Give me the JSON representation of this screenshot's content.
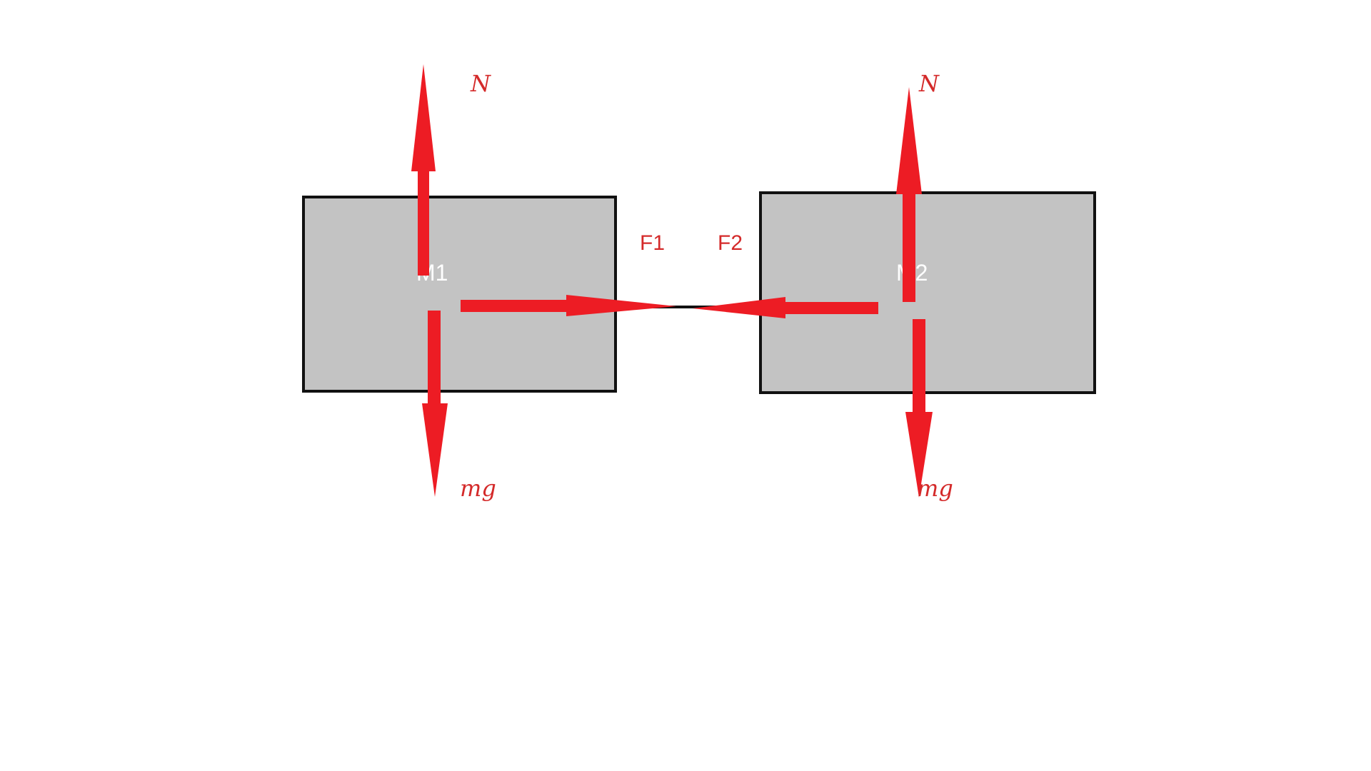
{
  "colors": {
    "background": "#ffffff",
    "block_fill": "#c3c3c3",
    "block_stroke": "#111111",
    "force_arrow": "#ed1c24",
    "rope": "#111111",
    "mass_label": "#ffffff",
    "force_label": "#d42a2a"
  },
  "blocks": [
    {
      "mass_label": "M1",
      "normal_label": "N",
      "weight_label": "mg",
      "tension_label": "F1"
    },
    {
      "mass_label": "M2",
      "normal_label": "N",
      "weight_label": "mg",
      "tension_label": "F2"
    }
  ],
  "icons": [
    "normal-force-arrow",
    "weight-arrow",
    "tension-arrow"
  ]
}
